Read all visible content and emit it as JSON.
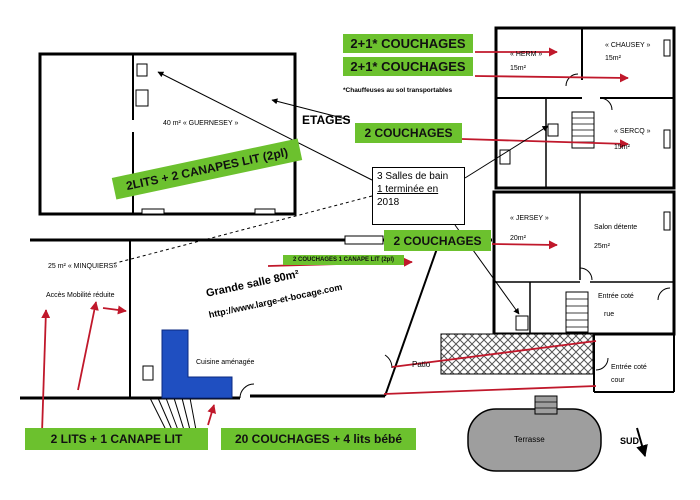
{
  "labels": {
    "guernesey": "40 m² « GUERNESEY »",
    "etages": "ETAGES",
    "minquiers": "25 m² « MINQUIERS»",
    "acces": "Accès Mobilité réduite",
    "grande_salle": "Grande salle 80m²",
    "url": "http://www.large-et-bocage.com",
    "cuisine": "Cuisine aménagée",
    "patio": "Patio",
    "terrasse": "Terrasse",
    "sud": "SUD",
    "herm": "« HERM »",
    "herm_area": "15m²",
    "chausey": "« CHAUSEY »",
    "chausey_area": "15m²",
    "sercq": "« SERCQ »",
    "sercq_area": "15m²",
    "jersey": "« JERSEY »",
    "jersey_area": "20m²",
    "salon": "Salon détente",
    "salon_area": "25m²",
    "entree_rue_1": "Entrée coté",
    "entree_rue_2": "rue",
    "entree_cour_1": "Entrée coté",
    "entree_cour_2": "cour",
    "chauffeuses": "*Chauffeuses au sol transportables"
  },
  "badges": {
    "herm_couchages": "2+1* COUCHAGES",
    "chausey_couchages": "2+1* COUCHAGES",
    "sercq_couchages": "2 COUCHAGES",
    "jersey_couchages": "2 COUCHAGES",
    "guernesey_couchages": "2LITS + 2 CANAPES LIT (2pl)",
    "minquiers_couchages": "2 COUCHAGES 1 CANAPE LIT (2pl)",
    "bas_gauche": "2 LITS + 1 CANAPE LIT",
    "total": "20 COUCHAGES + 4 lits bébé"
  },
  "callout": {
    "line1": "3 Salles de bain",
    "line2": "1 terminée en",
    "line3": "2018"
  },
  "colors": {
    "badge_green": "#6cc12e",
    "arrow_red": "#c0182b",
    "kitchen_blue": "#1f4fc1"
  }
}
